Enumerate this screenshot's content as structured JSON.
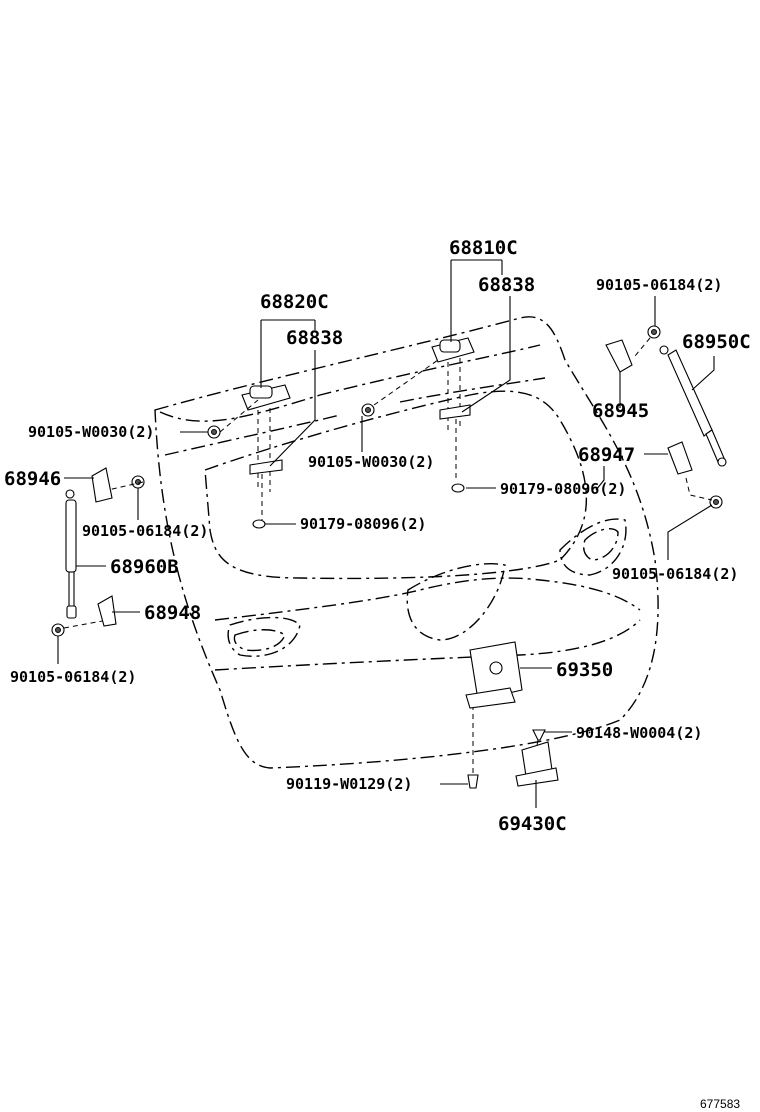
{
  "diagram": {
    "labels": {
      "p68810C": "68810C",
      "p68838_right": "68838",
      "p68820C": "68820C",
      "p68838_left": "68838",
      "p90105_06184_top": "90105-06184(2)",
      "p68950C": "68950C",
      "p68945": "68945",
      "p90105_W0030_left": "90105-W0030(2)",
      "p90105_W0030_center": "90105-W0030(2)",
      "p68946": "68946",
      "p68947": "68947",
      "p90179_08096_right": "90179-08096(2)",
      "p90105_06184_left": "90105-06184(2)",
      "p90179_08096_left": "90179-08096(2)",
      "p68960B": "68960B",
      "p90105_06184_right": "90105-06184(2)",
      "p68948": "68948",
      "p69350": "69350",
      "p90105_06184_bottom": "90105-06184(2)",
      "p90148_W0004": "90148-W0004(2)",
      "p90119_W0129": "90119-W0129(2)",
      "p69430C": "69430C"
    },
    "illustration_id": "677583"
  }
}
